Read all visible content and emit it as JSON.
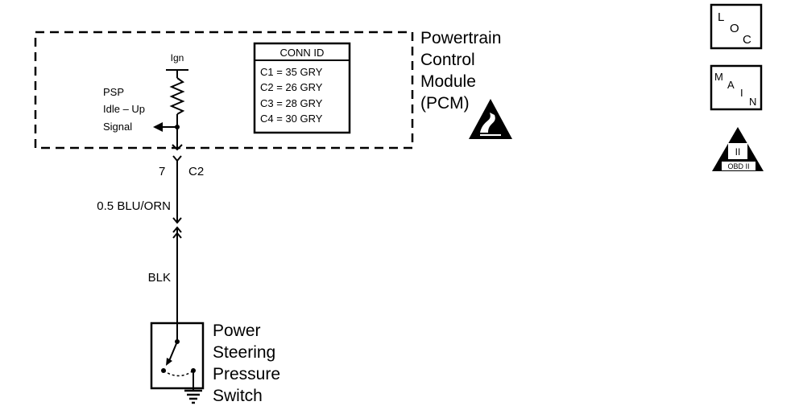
{
  "module": {
    "name_lines": [
      "Powertrain",
      "Control",
      "Module",
      "(PCM)"
    ]
  },
  "circuit": {
    "ign_label": "Ign",
    "signal_lines": [
      "PSP",
      "Idle – Up",
      "Signal"
    ]
  },
  "conn_id": {
    "header": "CONN ID",
    "rows": [
      "C1 = 35 GRY",
      "C2 = 26 GRY",
      "C3 = 28 GRY",
      "C4 = 30 GRY"
    ]
  },
  "connector": {
    "pin": "7",
    "id": "C2"
  },
  "wires": {
    "upper": "0.5 BLU/ORN",
    "lower": "BLK"
  },
  "switch": {
    "name_lines": [
      "Power",
      "Steering",
      "Pressure",
      "Switch"
    ]
  },
  "symbols": {
    "loc": [
      "L",
      "O",
      "C"
    ],
    "main": [
      "M",
      "A",
      "I",
      "N"
    ],
    "obd": [
      "II",
      "OBD II"
    ],
    "esd_icon": "esd-warning-icon"
  }
}
